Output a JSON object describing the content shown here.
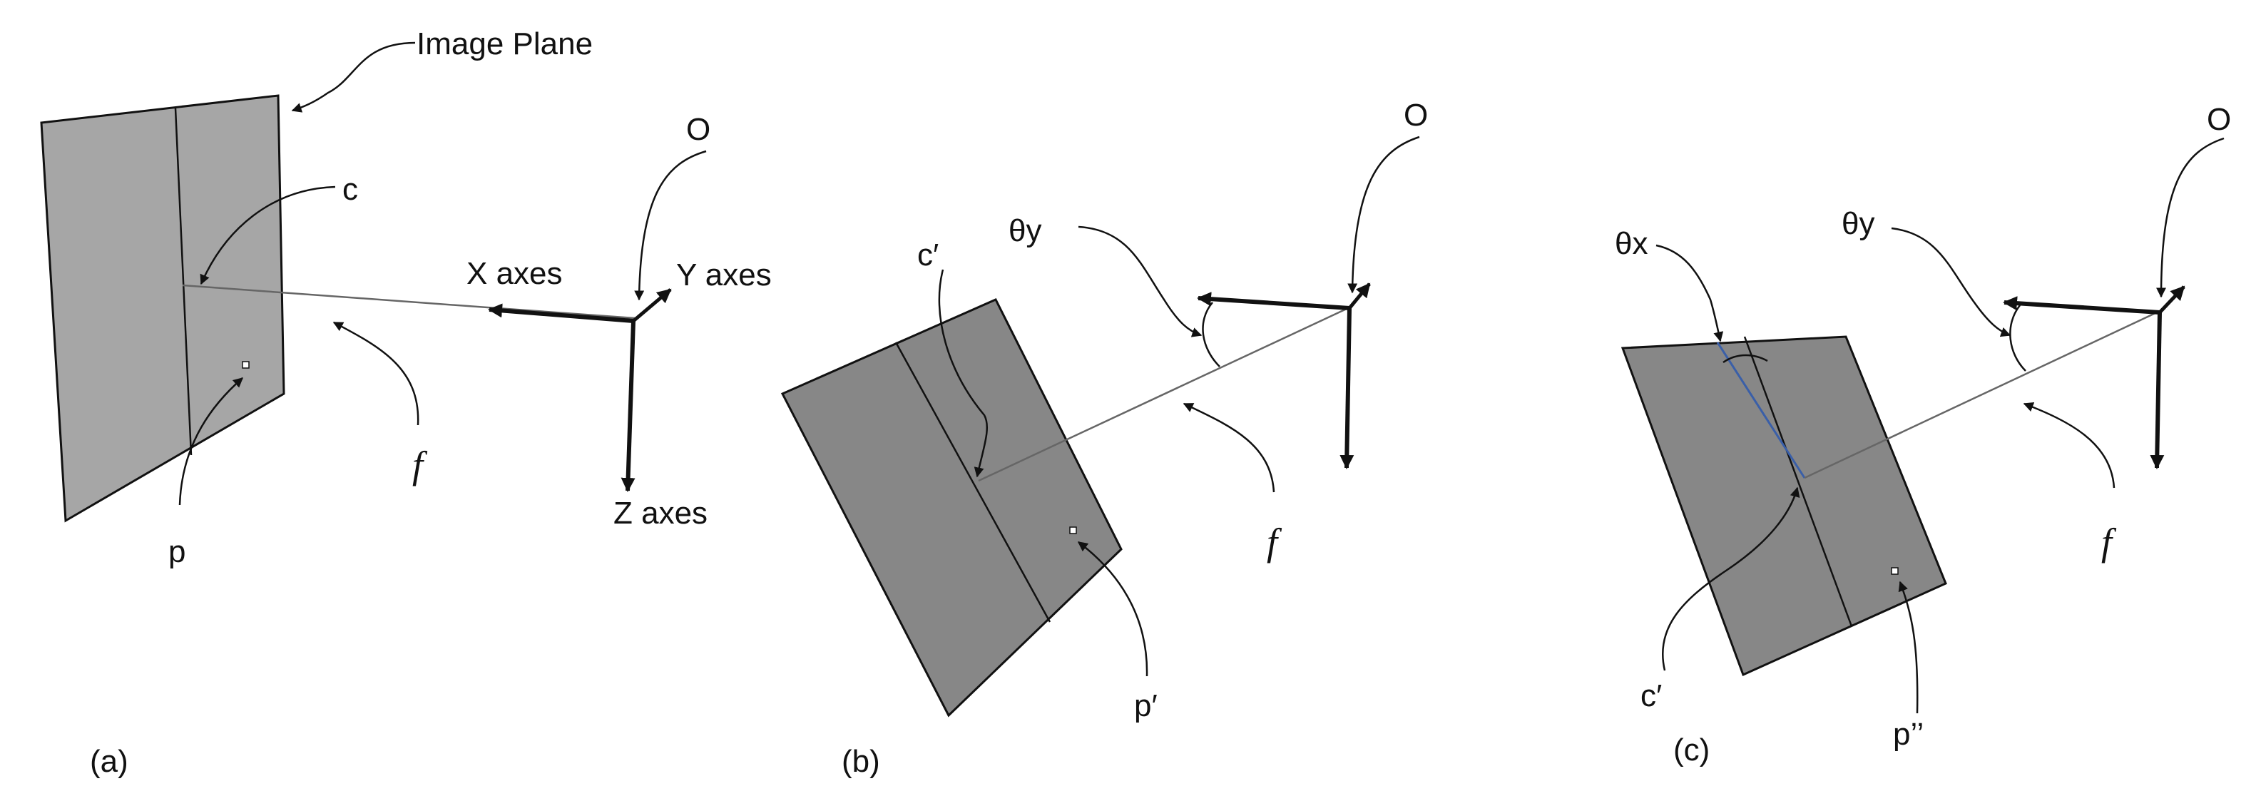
{
  "figure": {
    "colors": {
      "plane_a": "#a6a6a6",
      "plane_bc": "#878787",
      "stroke": "#111111",
      "optical_axis": "#666666",
      "rotated_axis": "#3a5fa8"
    },
    "panel_a": {
      "label": "(a)",
      "image_plane": "Image Plane",
      "center": "c",
      "point": "p",
      "focal": "f",
      "origin": "O",
      "x_axis": "X axes",
      "y_axis": "Y axes",
      "z_axis": "Z axes"
    },
    "panel_b": {
      "label": "(b)",
      "center": "c′",
      "point": "p′",
      "focal": "f",
      "origin": "O",
      "angle_y": "θy"
    },
    "panel_c": {
      "label": "(c)",
      "center": "c′",
      "point": "p’’",
      "focal": "f",
      "origin": "O",
      "angle_x": "θx",
      "angle_y": "θy"
    }
  }
}
